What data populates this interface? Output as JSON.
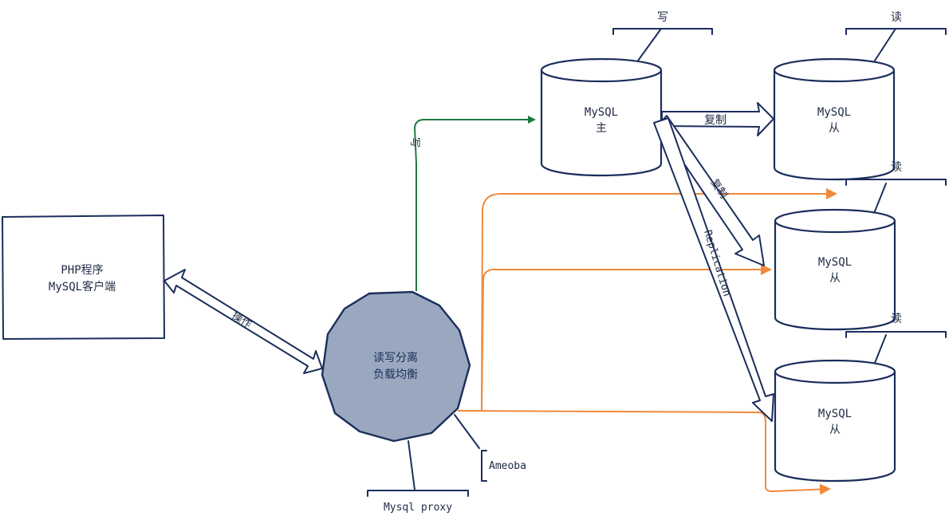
{
  "client": {
    "line1": "PHP程序",
    "line2": "MySQL客户端"
  },
  "proxy": {
    "line1": "读写分离",
    "line2": "负载均衡"
  },
  "master": {
    "line1": "MySQL",
    "line2": "主"
  },
  "slaves": [
    {
      "line1": "MySQL",
      "line2": "从"
    },
    {
      "line1": "MySQL",
      "line2": "从"
    },
    {
      "line1": "MySQL",
      "line2": "从"
    }
  ],
  "arrows": {
    "operate": "操作",
    "write": "写",
    "replicate_1": "复制",
    "replicate_2": "复制",
    "replication": "Replication"
  },
  "annotations": {
    "master_role": "写",
    "slave_role_1": "读",
    "slave_role_2": "读",
    "slave_role_3": "读",
    "ameoba": "Ameoba",
    "mysql_proxy": "Mysql proxy"
  },
  "colors": {
    "navy": "#1b2e5c",
    "proxy_fill": "#9aa8bf",
    "write_arrow": "#1e7a44",
    "read_arrow": "#f08a3c"
  }
}
